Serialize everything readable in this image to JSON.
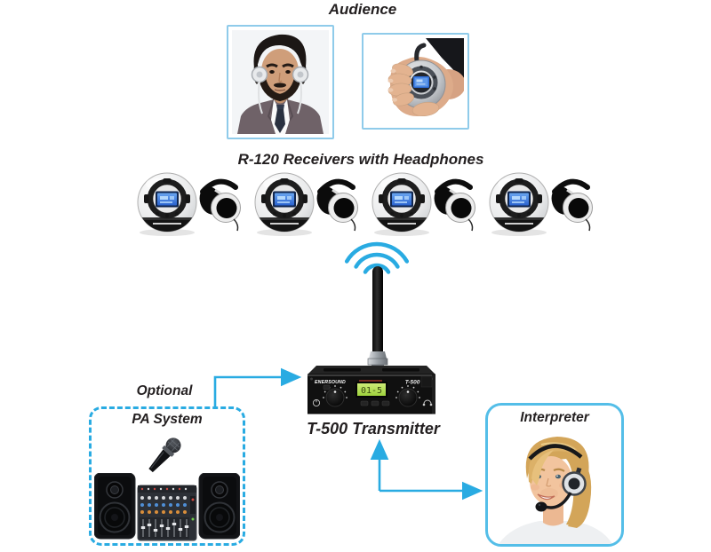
{
  "labels": {
    "audience": "Audience",
    "receivers": "R-120 Receivers with Headphones",
    "transmitter": "T-500 Transmitter",
    "optional": "Optional",
    "pa_system": "PA System",
    "interpreter": "Interpreter"
  },
  "transmitter_panel": {
    "brand": "ENERSOUND",
    "model": "T-500",
    "display_value": "01-5"
  },
  "icons": {
    "wireless_signal": "three blue radio-wave arcs above antenna",
    "antenna": "black whip antenna on transmitter",
    "microphone": "handheld dynamic microphone",
    "pa_speakers": "pair of black PA loudspeakers",
    "mixer": "audio mixing console",
    "power": "power button on transmitter",
    "headphone_jack": "headphone output on transmitter"
  },
  "colors": {
    "arrow_blue": "#29ABE2",
    "photo_border_blue": "#8FCBEA",
    "interpreter_border_blue": "#54BEE8",
    "dashed_box_blue": "#29ABE2",
    "lcd_green": "#B5E05A",
    "receiver_screen_blue": "#3B7CE0",
    "text_dark": "#231F20",
    "background": "#FFFFFF"
  }
}
